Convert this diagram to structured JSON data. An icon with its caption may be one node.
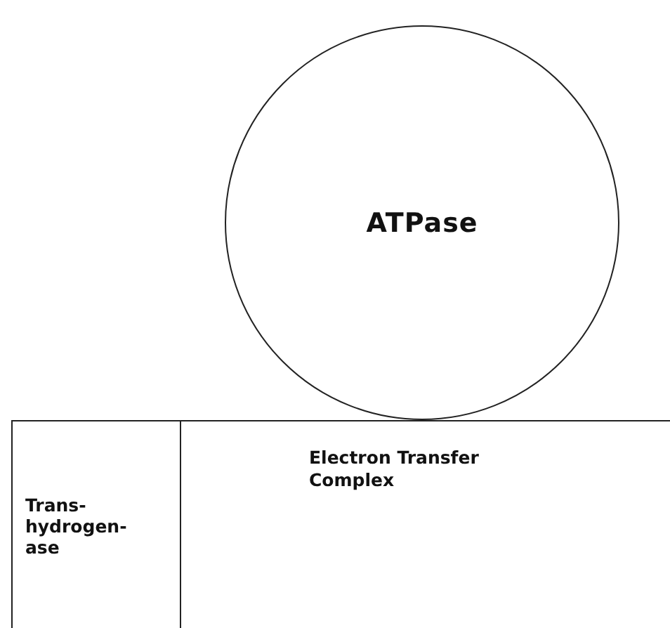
{
  "diagram": {
    "nodes": [
      {
        "text": [
          "ATPase"
        ]
      },
      {
        "text": [
          "Trans- hydrogen- ase"
        ]
      },
      {
        "text": [
          "Electron Transfer Complex"
        ]
      }
    ]
  }
}
